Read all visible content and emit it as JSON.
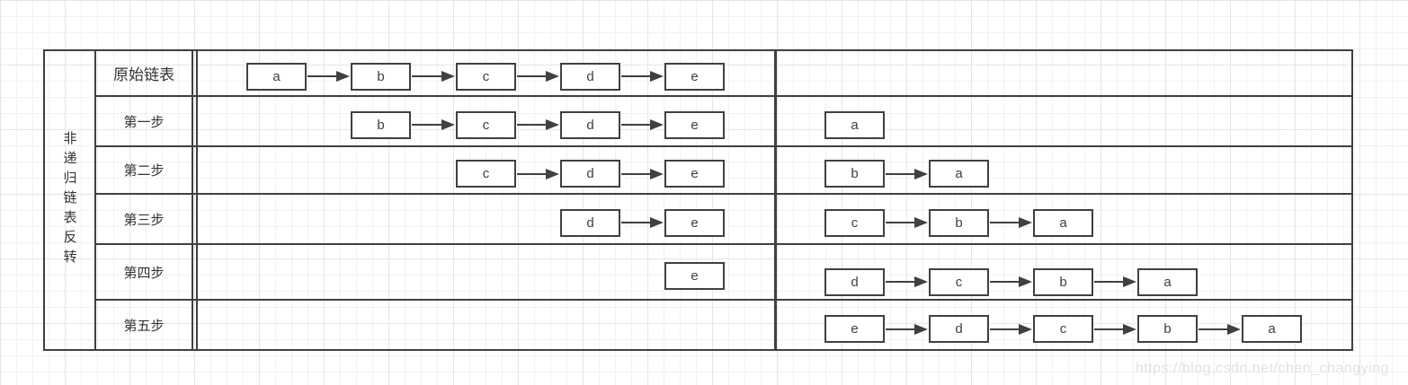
{
  "diagram": {
    "title_vertical": "非递归链表反转",
    "rows": [
      {
        "label": "原始链表",
        "left_chain": [
          "a",
          "b",
          "c",
          "d",
          "e"
        ],
        "left_start_slot": 0,
        "right_chain": []
      },
      {
        "label": "第一步",
        "left_chain": [
          "b",
          "c",
          "d",
          "e"
        ],
        "left_start_slot": 1,
        "right_chain": [
          "a"
        ]
      },
      {
        "label": "第二步",
        "left_chain": [
          "c",
          "d",
          "e"
        ],
        "left_start_slot": 2,
        "right_chain": [
          "b",
          "a"
        ]
      },
      {
        "label": "第三步",
        "left_chain": [
          "d",
          "e"
        ],
        "left_start_slot": 3,
        "right_chain": [
          "c",
          "b",
          "a"
        ]
      },
      {
        "label": "第四步",
        "left_chain": [
          "e"
        ],
        "left_start_slot": 4,
        "right_chain": [
          "d",
          "c",
          "b",
          "a"
        ]
      },
      {
        "label": "第五步",
        "left_chain": [],
        "left_start_slot": 5,
        "right_chain": [
          "e",
          "d",
          "c",
          "b",
          "a"
        ]
      }
    ]
  },
  "watermark": "https://blog.csdn.net/chen_changying",
  "colors": {
    "line": "#404040",
    "text": "#333333",
    "node_fill": "#ffffff",
    "grid_minor": "#f1f1f1",
    "grid_major": "#e5e5e5",
    "watermark": "#e2e2e2"
  }
}
